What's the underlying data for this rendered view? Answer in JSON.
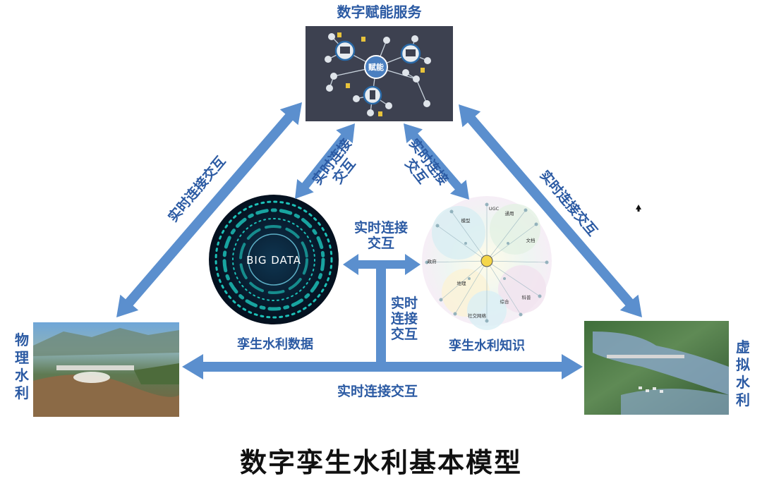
{
  "title": "数字孪生水利基本模型",
  "nodes": {
    "service": {
      "label": "数字赋能服务",
      "hub": "赋能"
    },
    "physical": {
      "label": "物理水利"
    },
    "virtual": {
      "label": "虚拟水利"
    },
    "data": {
      "label": "孪生水利数据",
      "image_text": "BIG DATA"
    },
    "knowledge": {
      "label": "孪生水利知识"
    }
  },
  "connections": {
    "left_edge": "实时连接交互",
    "right_edge": "实时连接交互",
    "inner_left_line1": "实时连接",
    "inner_left_line2": "交互",
    "inner_right_line1": "实时连接",
    "inner_right_line2": "交互",
    "middle_line1": "实时连接",
    "middle_line2": "交互",
    "vertical_line1": "实时",
    "vertical_line2": "连接",
    "vertical_line3": "交互",
    "bottom_edge": "实时连接交互"
  },
  "knowledge_tags": [
    "UGC",
    "通用",
    "模型",
    "文档",
    "政府",
    "地理",
    "综合",
    "科普",
    "社交网络"
  ],
  "colors": {
    "arrow": "#5b8fce",
    "label": "#2b5aa3",
    "service_bg": "#3d4150",
    "data_bg": "#0a1a30",
    "data_glow": "#1fd3c8"
  }
}
